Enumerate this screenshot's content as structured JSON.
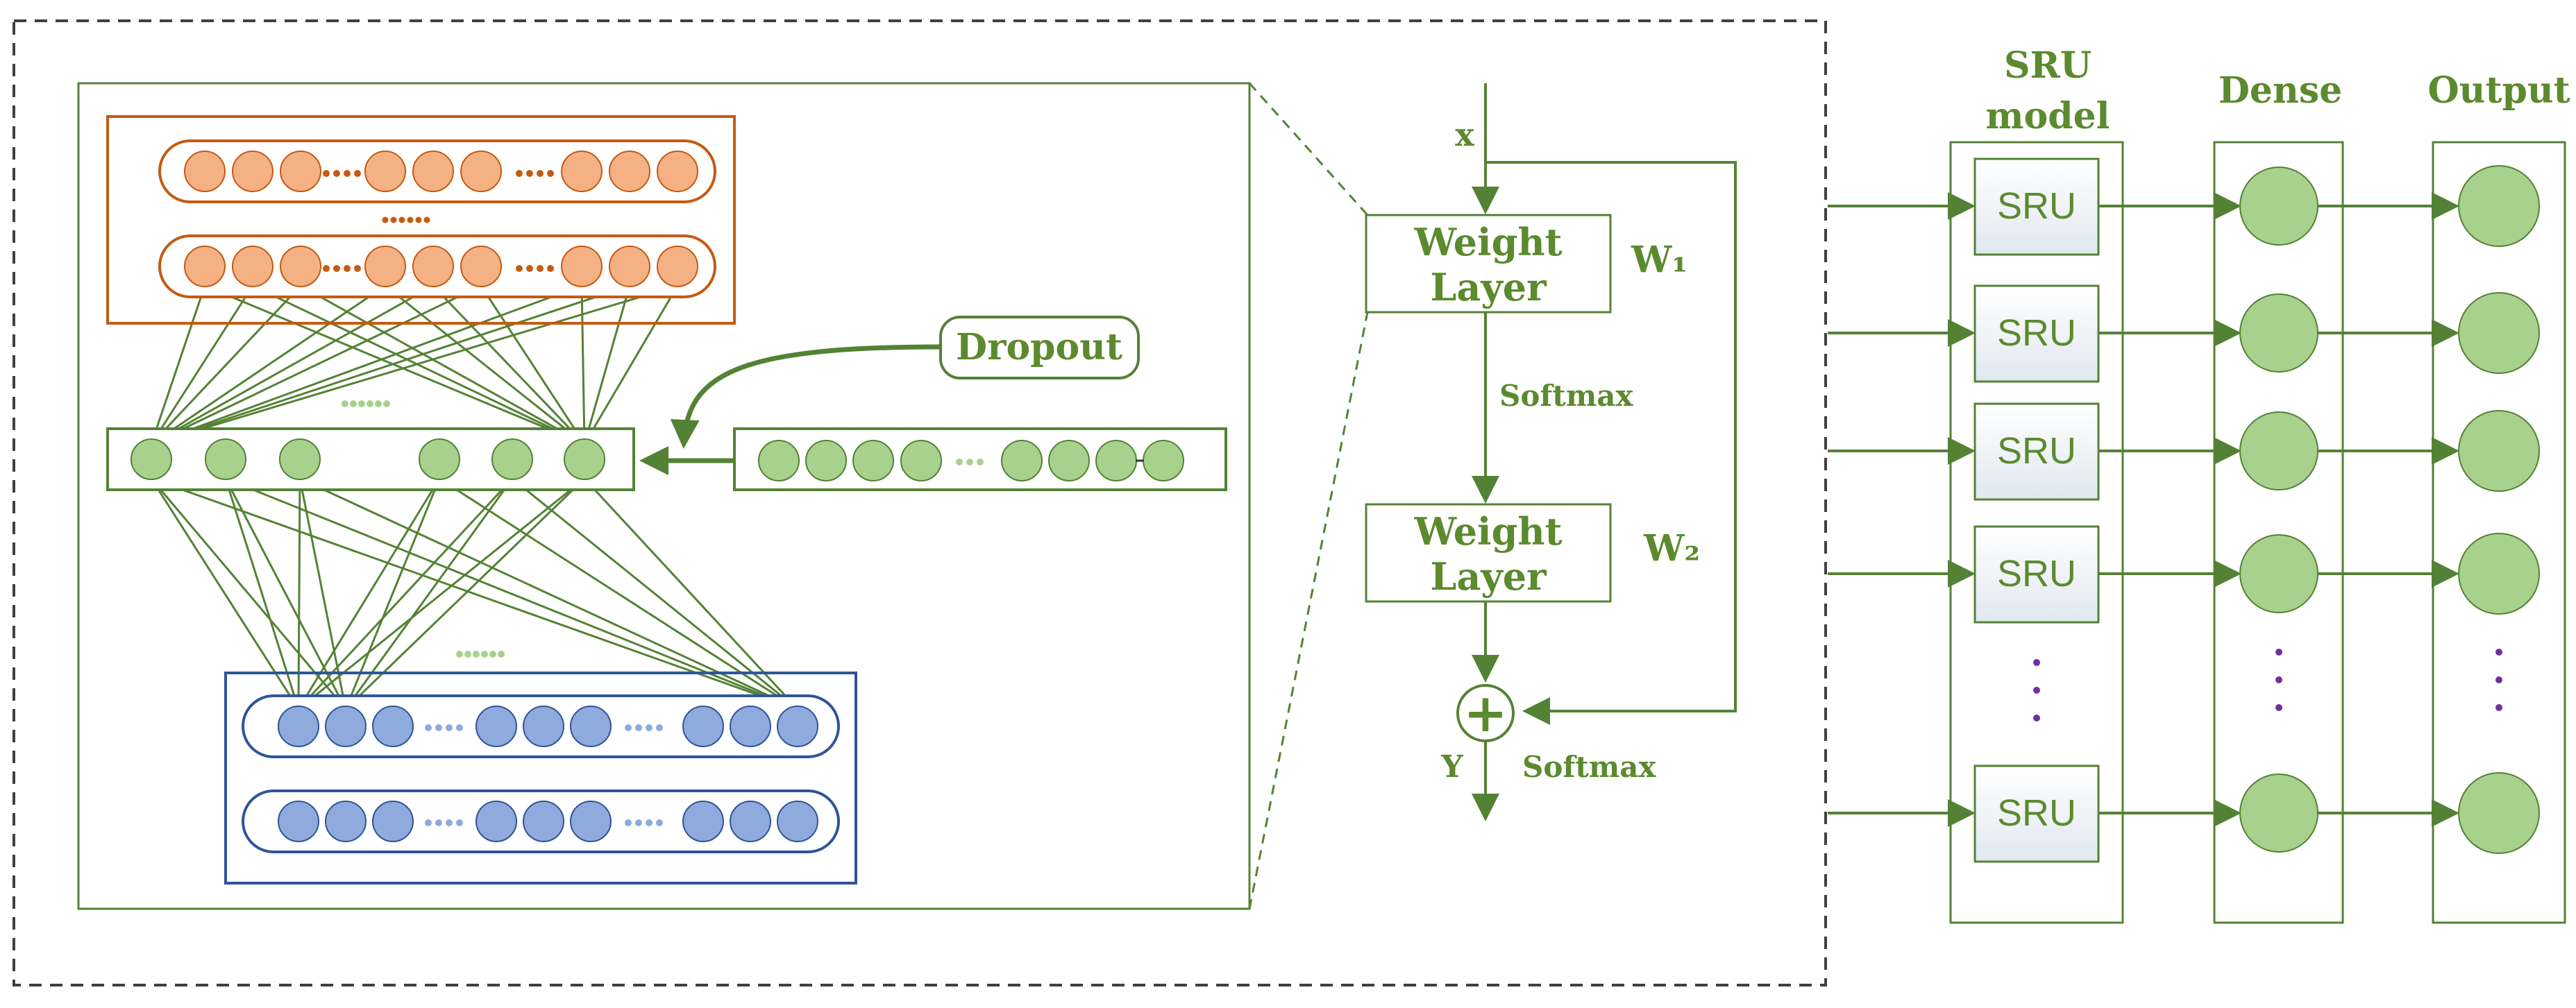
{
  "labels": {
    "dropout": "Dropout",
    "input_x": "x",
    "weight_layer_1": [
      "Weight",
      "Layer"
    ],
    "weight_layer_2": [
      "Weight",
      "Layer"
    ],
    "w1": "W₁",
    "w2": "W₂",
    "softmax_mid": "Softmax",
    "softmax_out": "Softmax",
    "output_y": "Y",
    "plus": "+",
    "sru_model": [
      "SRU",
      "model"
    ],
    "dense": "Dense",
    "output": "Output",
    "sru_cell": "SRU"
  },
  "sru_cells": [
    "SRU",
    "SRU",
    "SRU",
    "SRU",
    "SRU"
  ],
  "colors": {
    "green_line": "#548235",
    "green_text": "#5c8a2e",
    "green_fill": "#a9d18e",
    "light_green": "#c5e0b4",
    "orange_fill": "#f4b183",
    "orange_stroke": "#c55a11",
    "blue_fill": "#8faadc",
    "blue_stroke": "#2f5597",
    "dash_border": "#404040",
    "vertical_dots": "#7030a0"
  }
}
